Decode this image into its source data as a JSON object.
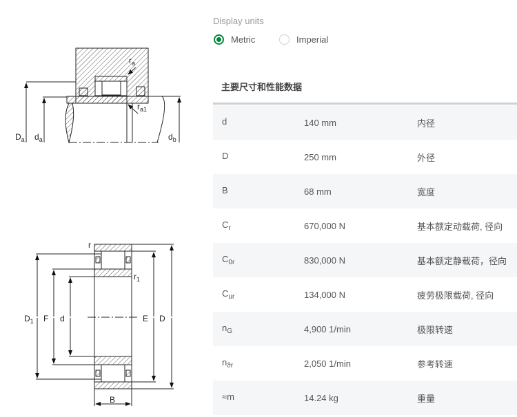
{
  "units": {
    "label": "Display units",
    "options": [
      {
        "label": "Metric",
        "selected": true
      },
      {
        "label": "Imperial",
        "selected": false
      }
    ],
    "accent": "#00893d"
  },
  "table": {
    "title": "主要尺寸和性能数据",
    "rows": [
      {
        "sym": "d",
        "sub": "",
        "value": "140 mm",
        "desc": "内径"
      },
      {
        "sym": "D",
        "sub": "",
        "value": "250 mm",
        "desc": "外径"
      },
      {
        "sym": "B",
        "sub": "",
        "value": "68 mm",
        "desc": "宽度"
      },
      {
        "sym": "C",
        "sub": "r",
        "value": "670,000 N",
        "desc": "基本额定动载荷, 径向"
      },
      {
        "sym": "C",
        "sub": "0r",
        "value": "830,000 N",
        "desc": "基本额定静载荷，径向"
      },
      {
        "sym": "C",
        "sub": "ur",
        "value": "134,000 N",
        "desc": "疲劳极限载荷, 径向"
      },
      {
        "sym": "n",
        "sub": "G",
        "value": "4,900 1/min",
        "desc": "极限转速"
      },
      {
        "sym": "n",
        "sub": "ϑr",
        "value": "2,050 1/min",
        "desc": "参考转速"
      },
      {
        "sym": "≈m",
        "sub": "",
        "value": "14.24 kg",
        "desc": "重量"
      }
    ]
  },
  "drawing_top": {
    "Da": "D",
    "Da_sub": "a",
    "da": "d",
    "da_sub": "a",
    "db": "d",
    "db_sub": "b",
    "ra": "r",
    "ra_sub": "a",
    "ra1": "r",
    "ra1_sub": "a1"
  },
  "drawing_bottom": {
    "D1": "D",
    "D1_sub": "1",
    "F": "F",
    "d": "d",
    "E": "E",
    "D": "D",
    "B": "B",
    "r": "r",
    "r1": "r",
    "r1_sub": "1"
  }
}
